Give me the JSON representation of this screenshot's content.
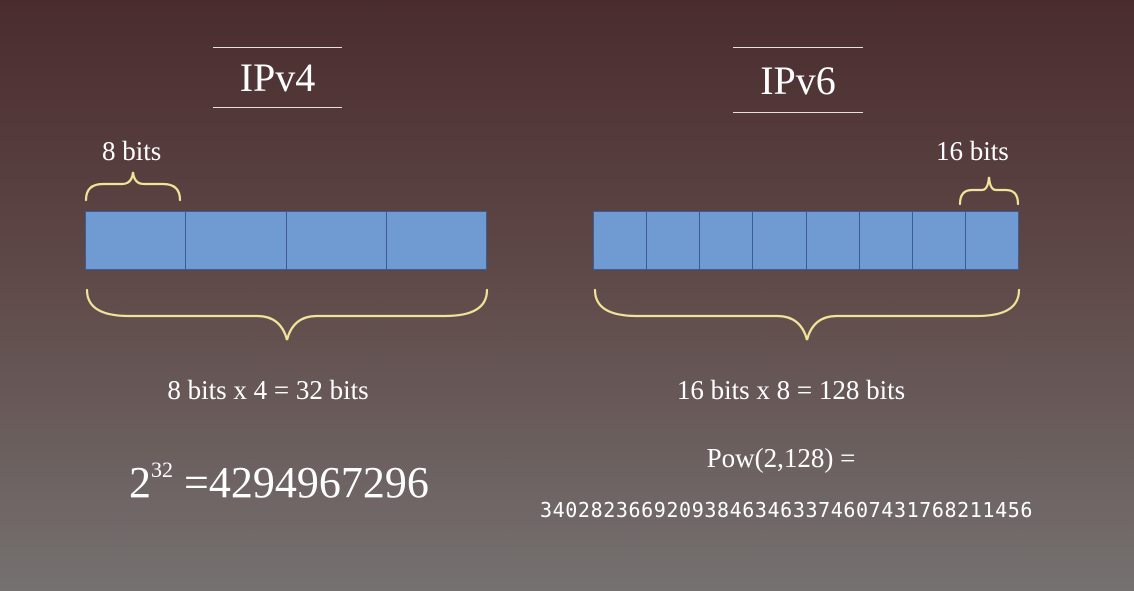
{
  "ipv4": {
    "title": "IPv4",
    "segment_label": "8 bits",
    "segment_count": 4,
    "formula": "8 bits x 4 = 32 bits",
    "power_base": "2",
    "power_exp": "32",
    "power_result": " =4294967296"
  },
  "ipv6": {
    "title": "IPv6",
    "segment_label": "16 bits",
    "segment_count": 8,
    "formula": "16 bits x 8 = 128 bits",
    "pow_expr": "Pow(2,128) =",
    "pow_value": "340282366920938463463374607431768211456"
  },
  "colors": {
    "segment_fill": "#6f9ad2",
    "segment_border": "#3b5c95",
    "brace": "#f2e39a"
  }
}
